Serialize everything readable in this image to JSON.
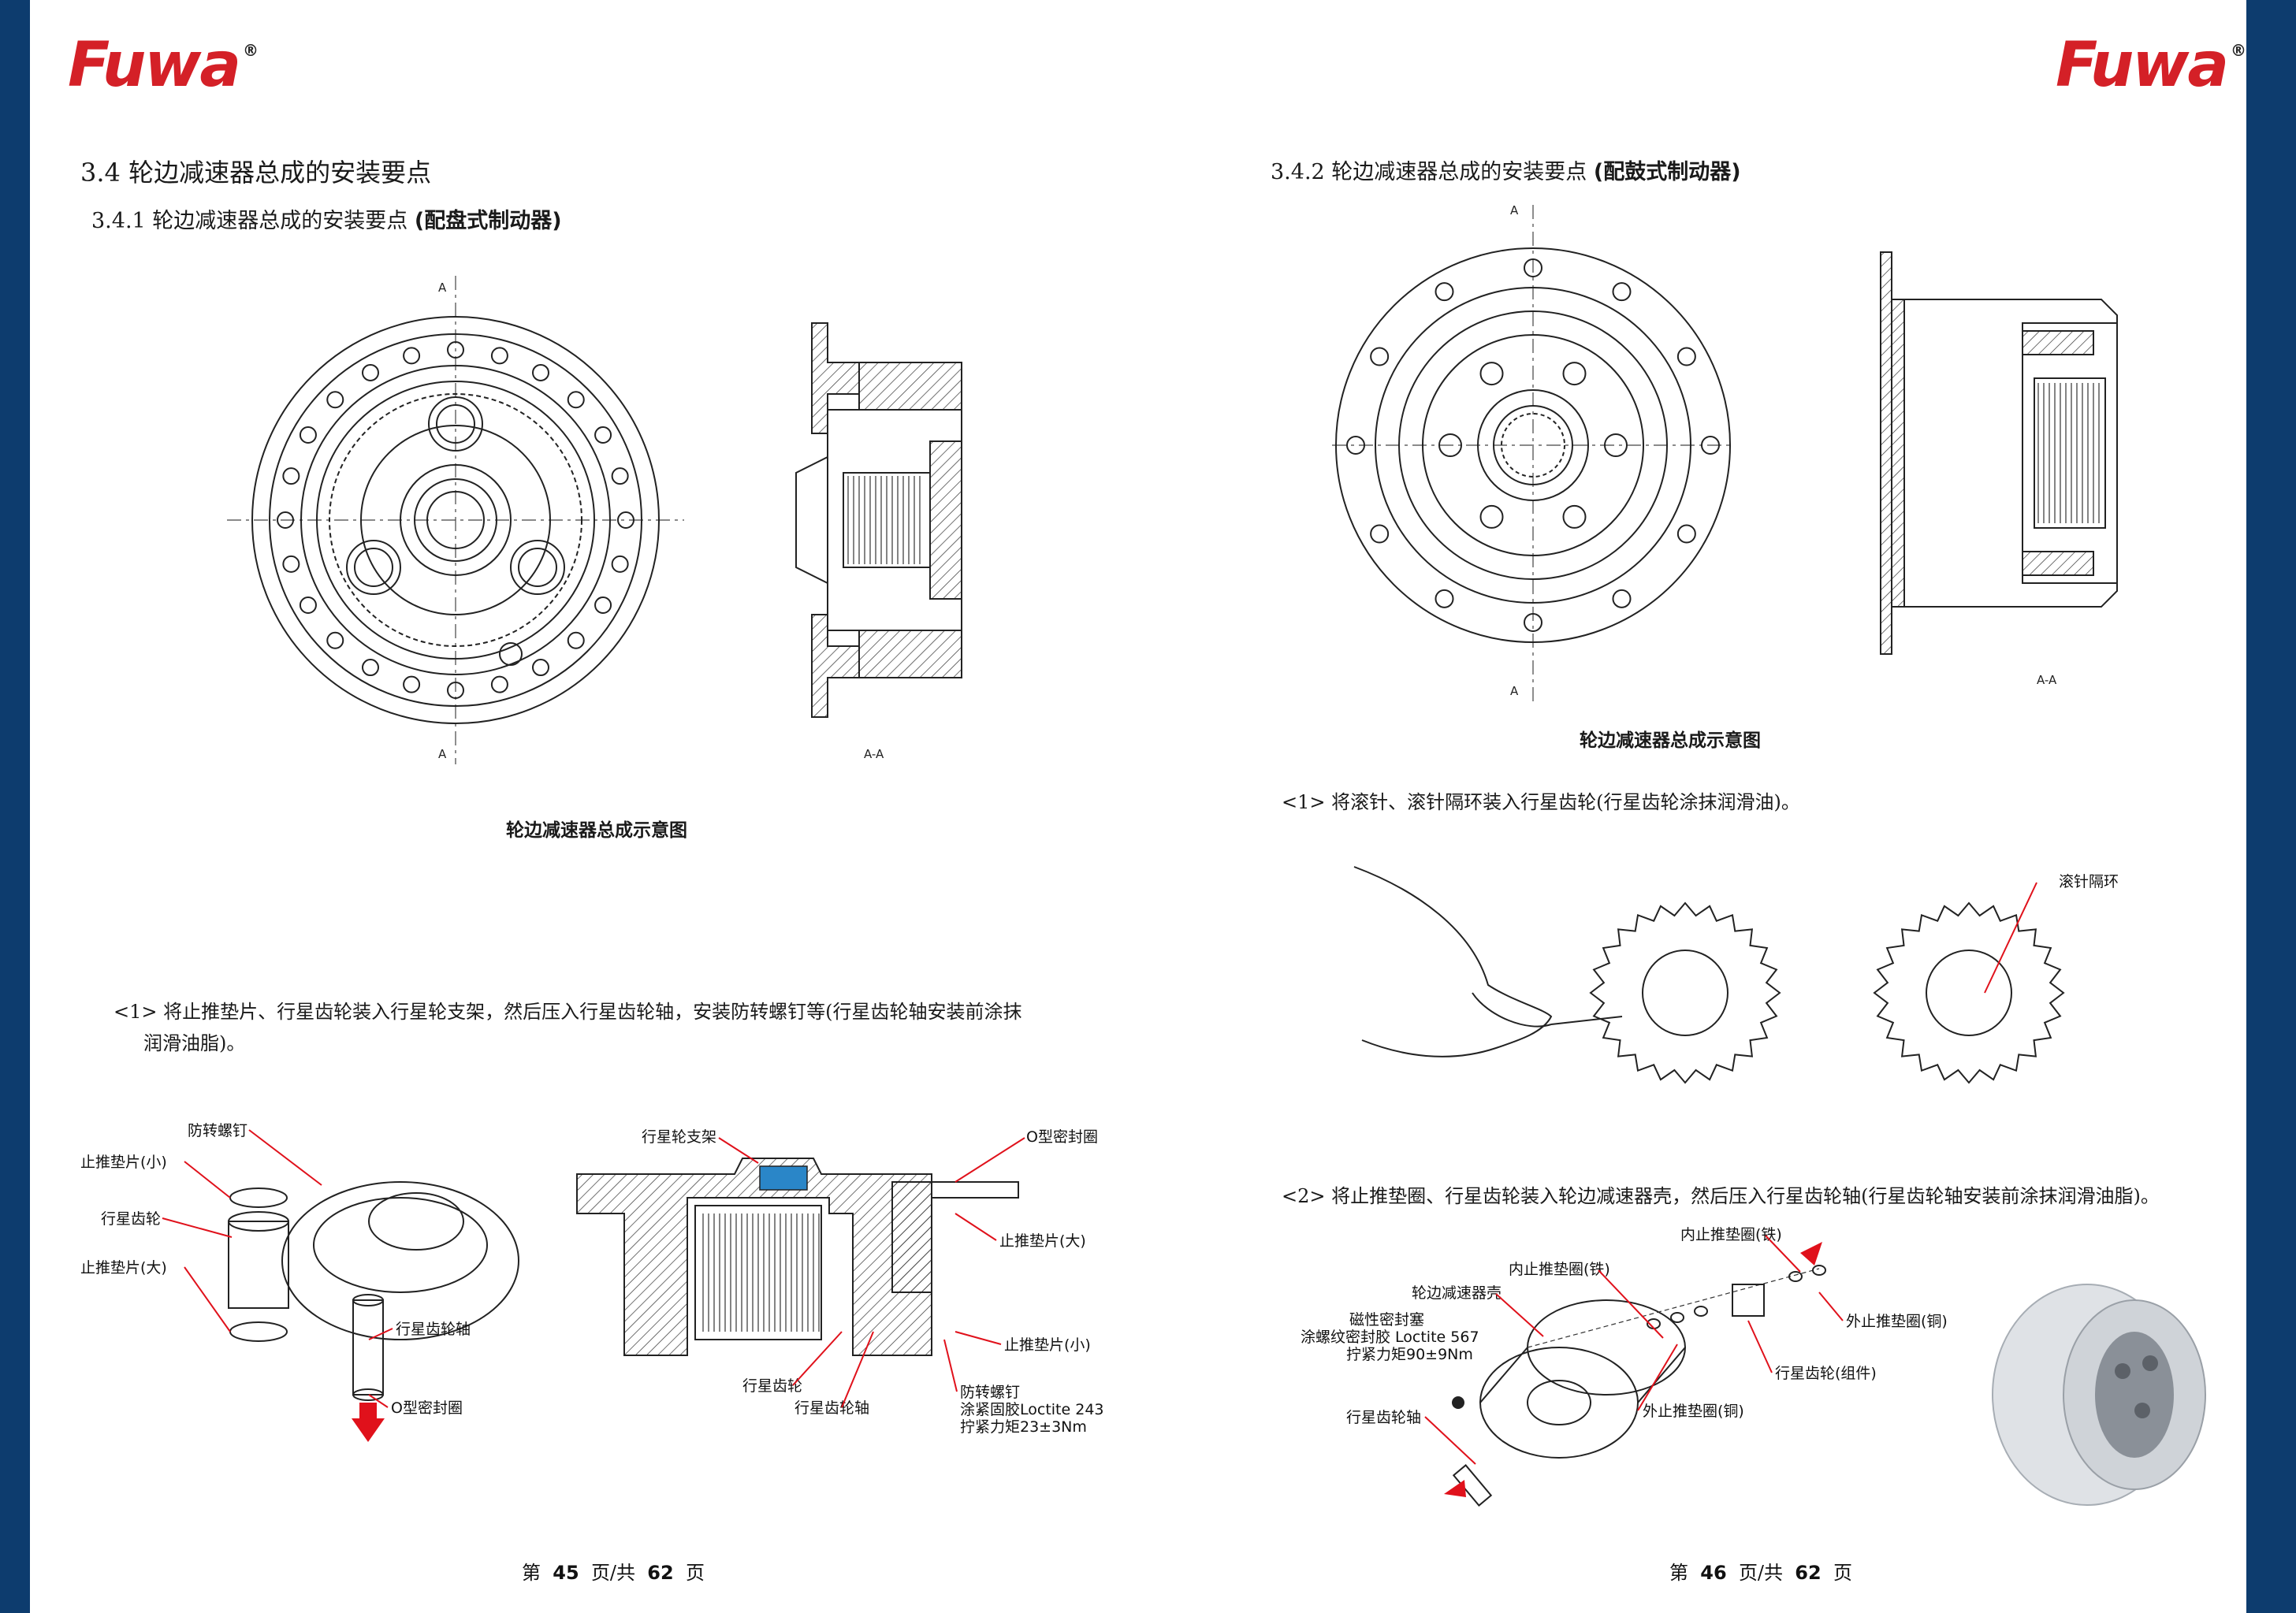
{
  "brand": {
    "name": "Fuwa",
    "registered": "®"
  },
  "left_page": {
    "section_title": "3.4  轮边减速器总成的安装要点",
    "subsection_prefix": "3.4.1  轮边减速器总成的安装要点",
    "subsection_bold": "(配盘式制动器)",
    "figure_caption": "轮边减速器总成示意图",
    "section_mark": "A",
    "section_view_label": "A-A",
    "step1_line1": "<1> 将止推垫片、行星齿轮装入行星轮支架，然后压入行星齿轮轴，安装防转螺钉等(行星齿轮轴安装前涂抹",
    "step1_line2": "润滑油脂)。",
    "labels": {
      "anti_rotation_screw": "防转螺钉",
      "thrust_washer_small": "止推垫片(小)",
      "planet_gear": "行星齿轮",
      "thrust_washer_large": "止推垫片(大)",
      "planet_gear_shaft": "行星齿轮轴",
      "o_ring": "O型密封圈",
      "planet_carrier": "行星轮支架",
      "o_ring_right": "O型密封圈",
      "thrust_washer_large_right": "止推垫片(大)",
      "thrust_washer_small_right": "止推垫片(小)",
      "planet_gear_bottom": "行星齿轮",
      "planet_gear_shaft_bottom": "行星齿轮轴",
      "anti_rotation_screw_note1": "防转螺钉",
      "anti_rotation_screw_note2": "涂紧固胶Loctite 243",
      "anti_rotation_screw_note3": "拧紧力矩23±3Nm"
    },
    "footer": {
      "prefix": "第",
      "page": "45",
      "mid": "页/共",
      "total": "62",
      "suffix": "页"
    }
  },
  "right_page": {
    "subsection_prefix": "3.4.2  轮边减速器总成的安装要点",
    "subsection_bold": "(配鼓式制动器)",
    "figure_caption": "轮边减速器总成示意图",
    "section_mark": "A",
    "section_view_label": "A-A",
    "step1": "<1> 将滚针、滚针隔环装入行星齿轮(行星齿轮涂抹润滑油)。",
    "needle_spacer_label": "滚针隔环",
    "step2": "<2> 将止推垫圈、行星齿轮装入轮边减速器壳，然后压入行星齿轮轴(行星齿轮轴安装前涂抹润滑油脂)。",
    "labels": {
      "inner_thrust_washer_steel_top": "内止推垫圈(铁)",
      "inner_thrust_washer_steel": "内止推垫圈(铁)",
      "hub_reducer_housing": "轮边减速器壳",
      "magnetic_plug": "磁性密封塞",
      "magnetic_plug_note1": "涂螺纹密封胶 Loctite 567",
      "magnetic_plug_note2": "拧紧力矩90±9Nm",
      "planet_gear_shaft": "行星齿轮轴",
      "outer_thrust_washer_copper": "外止推垫圈(铜)",
      "outer_thrust_washer_copper_bottom": "外止推垫圈(铜)",
      "planet_gear_assembly": "行星齿轮(组件)"
    },
    "footer": {
      "prefix": "第",
      "page": "46",
      "mid": "页/共",
      "total": "62",
      "suffix": "页"
    }
  }
}
